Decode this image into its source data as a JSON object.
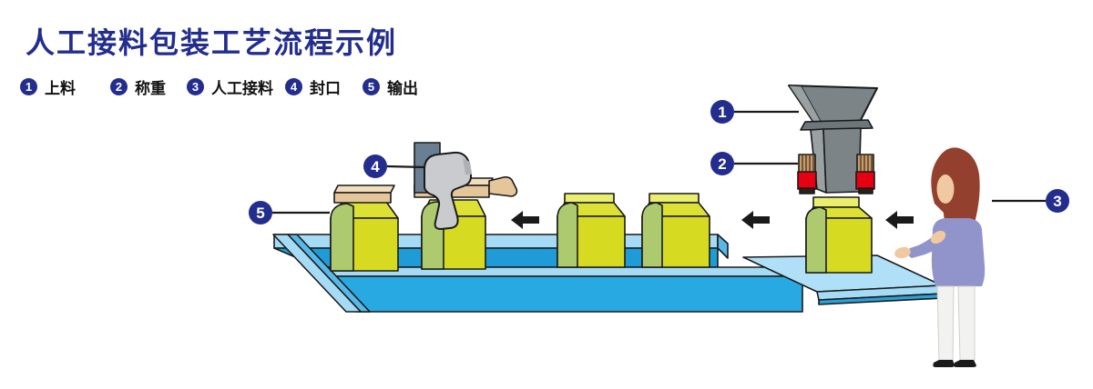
{
  "title": {
    "text": "人工接料包装工艺流程示例"
  },
  "legend": {
    "items": [
      {
        "num": "1",
        "label": "上料"
      },
      {
        "num": "2",
        "label": "称重"
      },
      {
        "num": "3",
        "label": "人工接料"
      },
      {
        "num": "4",
        "label": "封口"
      },
      {
        "num": "5",
        "label": "输出"
      }
    ]
  },
  "colors": {
    "accent_navy": "#232D8E",
    "conveyor_front_blue": "#29A9E1",
    "conveyor_rail_light": "#A5DBF4",
    "belt_blue": "#1F9CD8",
    "platform_blue": "#B0E0F7",
    "package_yellow": "#D6DB22",
    "package_shoulder_yellow": "#DCE134",
    "package_open_top": "#EAEE6E",
    "package_edge_green": "#ADCB6E",
    "seal_bar_tan": "#E5C59A",
    "seal_bar_top": "#F2DDBC",
    "hopper_gray": "#7C8487",
    "sensor_red": "#E60012",
    "sensor_stripe_tan": "#C79B6B",
    "sealer_head_gray": "#C9CBCE",
    "sealer_mount_slate": "#6A7E94",
    "worker_hair": "#93402F",
    "worker_skin": "#F0C9A2",
    "worker_sweater": "#9094CB",
    "worker_pants": "#F2F2F0",
    "arrow_black": "#1A1A1A"
  }
}
